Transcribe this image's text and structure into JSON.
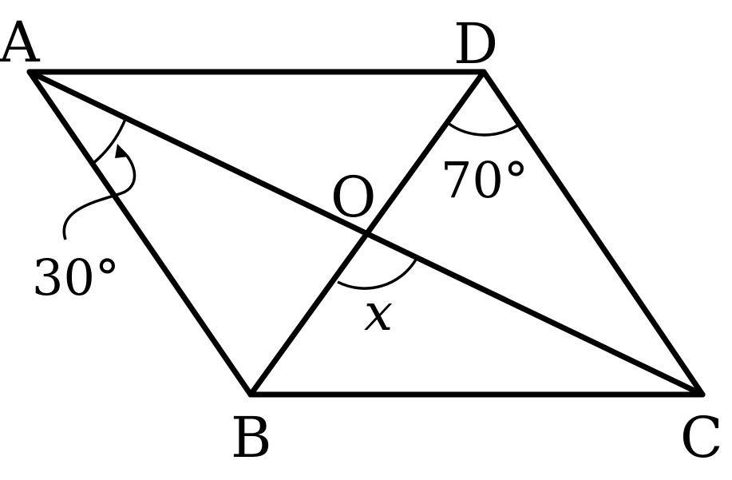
{
  "vertices": {
    "A": "A",
    "B": "B",
    "C": "C",
    "D": "D",
    "O": "O"
  },
  "angles": {
    "angle_A": "30°",
    "angle_D": "70°",
    "angle_O": "x"
  }
}
